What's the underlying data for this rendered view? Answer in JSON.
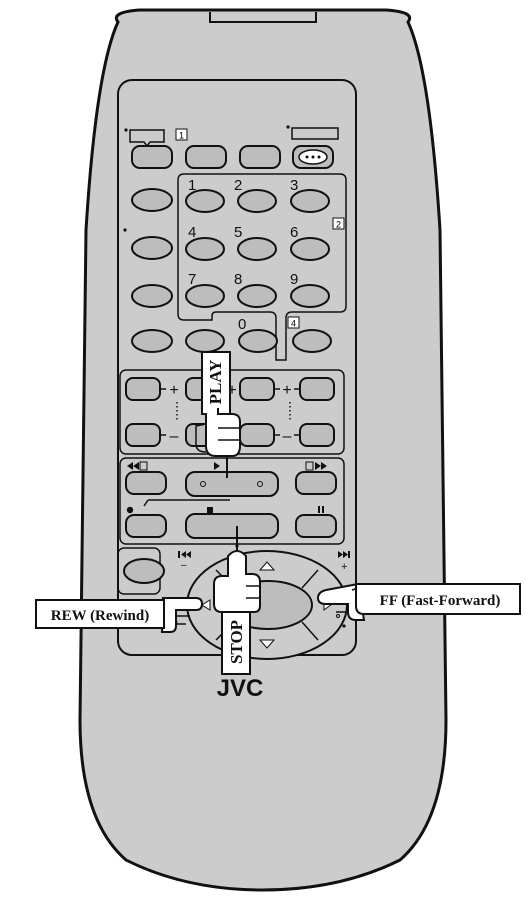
{
  "brand": "JVC",
  "boxes": {
    "b1": "1",
    "b2": "2",
    "b4": "4"
  },
  "digits": [
    "1",
    "2",
    "3",
    "4",
    "5",
    "6",
    "7",
    "8",
    "9",
    "0"
  ],
  "pm": {
    "plus": "+",
    "minus": "–"
  },
  "callouts": {
    "play": "PLAY",
    "stop": "STOP",
    "rew": "REW (Rewind)",
    "ff": "FF (Fast-Forward)"
  },
  "colors": {
    "body": "#cccccc",
    "outline": "#111111",
    "button": "#bdbdbd",
    "paper": "#ffffff"
  },
  "icons": [
    "rewind-icon",
    "play-icon",
    "fast-forward-icon",
    "record-icon",
    "stop-icon",
    "pause-icon",
    "skip-back-icon",
    "skip-forward-icon",
    "up-arrow-icon",
    "down-arrow-icon",
    "left-arrow-icon",
    "right-arrow-icon",
    "pointing-hand-icon"
  ]
}
